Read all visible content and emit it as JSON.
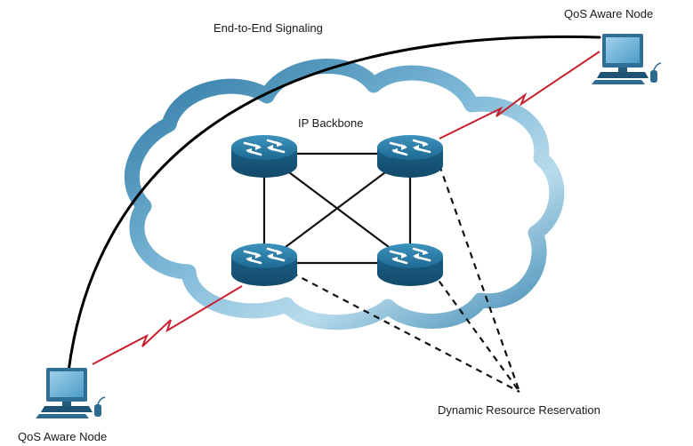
{
  "labels": {
    "signaling": "End-to-End Signaling",
    "backbone": "IP Backbone",
    "node_top_right": "QoS Aware Node",
    "node_bottom_left": "QoS Aware Node",
    "reservation": "Dynamic Resource Reservation"
  },
  "colors": {
    "cloud_dark": "#2f7eaa",
    "cloud_light": "#a9d3e8",
    "router": "#1f6f96",
    "wan_link": "#c8202e",
    "signal_path": "#000000"
  },
  "icons": {
    "router": "router-icon",
    "computer": "computer-icon"
  }
}
